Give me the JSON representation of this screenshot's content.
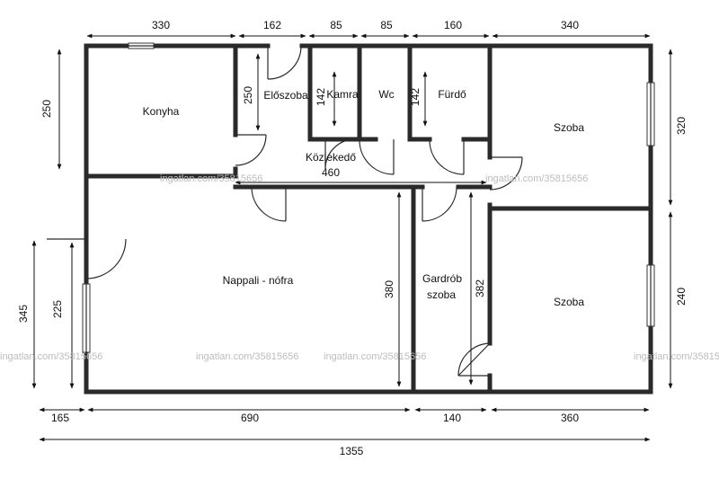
{
  "rooms": {
    "konyha": "Konyha",
    "eloszoba": "Előszoba",
    "kamra": "Kamra",
    "wc": "Wc",
    "furdo": "Fürdő",
    "szoba_top": "Szoba",
    "kozlekedo": "Közlekedő",
    "nappali": "Nappali - nófra",
    "gardrob_1": "Gardrób",
    "gardrob_2": "szoba",
    "szoba_bottom": "Szoba"
  },
  "dims": {
    "top_konyha": "330",
    "top_eloszoba": "162",
    "top_kamra": "85",
    "top_wc": "85",
    "top_furdo": "160",
    "top_szoba": "340",
    "left_konyha": "250",
    "eloszoba_inner": "250",
    "kamra_inner": "142",
    "furdo_inner": "142",
    "kozlekedo_len": "460",
    "right_szoba_top": "320",
    "right_szoba_bottom": "240",
    "left_total": "345",
    "left_wall": "225",
    "nappali_inner": "380",
    "gardrob_inner": "382",
    "bottom_offset": "165",
    "bottom_nappali": "690",
    "bottom_gardrob": "140",
    "bottom_szoba": "360",
    "total": "1355"
  },
  "watermark": "ingatlan.com/35815656"
}
